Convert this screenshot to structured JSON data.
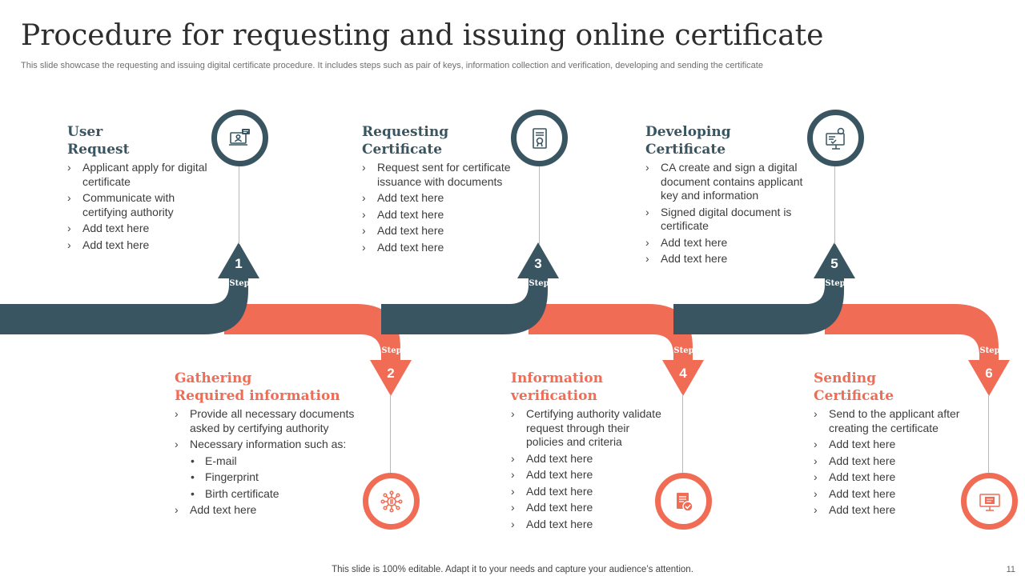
{
  "slide": {
    "title": "Procedure for requesting and issuing online certificate",
    "subtitle": "This slide showcase the requesting and issuing digital certificate procedure. It includes steps such as pair of keys, information collection and verification, developing and sending the certificate",
    "footer": "This slide is 100% editable. Adapt it to your needs and capture your audience’s attention.",
    "page_number": "11"
  },
  "colors": {
    "dark": "#3a5562",
    "coral": "#f06c55"
  },
  "step_word": "Step",
  "steps": [
    {
      "number": "1",
      "title_line1": "User",
      "title_line2": "Request",
      "icon": "user-computer-icon",
      "bullets": [
        "Applicant apply for digital certificate",
        "Communicate with certifying authority",
        "Add text here",
        "Add text here"
      ]
    },
    {
      "number": "2",
      "title_line1": "Gathering",
      "title_line2": "Required information",
      "icon": "network-hub-icon",
      "bullets": [
        "Provide all necessary documents asked by certifying authority",
        "Necessary information such as:"
      ],
      "sub_bullets": [
        "E-mail",
        "Fingerprint",
        "Birth certificate"
      ],
      "last_bullet": "Add text here"
    },
    {
      "number": "3",
      "title_line1": "Requesting",
      "title_line2": "Certificate",
      "icon": "certificate-document-icon",
      "bullets": [
        "Request sent for certificate issuance with documents",
        "Add text here",
        "Add text here",
        "Add text here",
        "Add text here"
      ]
    },
    {
      "number": "4",
      "title_line1": "Information",
      "title_line2": "verification",
      "icon": "verified-document-icon",
      "bullets": [
        "Certifying authority validate request through their policies and criteria",
        "Add text here",
        "Add text here",
        "Add text here",
        "Add text here",
        "Add text here"
      ]
    },
    {
      "number": "5",
      "title_line1": "Developing",
      "title_line2": "Certificate",
      "icon": "certificate-presentation-icon",
      "bullets": [
        "CA create and sign a digital document contains applicant key and information",
        "Signed digital document is certificate",
        "Add text here",
        "Add text here"
      ]
    },
    {
      "number": "6",
      "title_line1": "Sending",
      "title_line2": "Certificate",
      "icon": "monitor-certificate-icon",
      "bullets": [
        "Send to the applicant after creating the certificate",
        "Add text here",
        "Add text here",
        "Add text here",
        "Add text here",
        "Add text here"
      ]
    }
  ]
}
